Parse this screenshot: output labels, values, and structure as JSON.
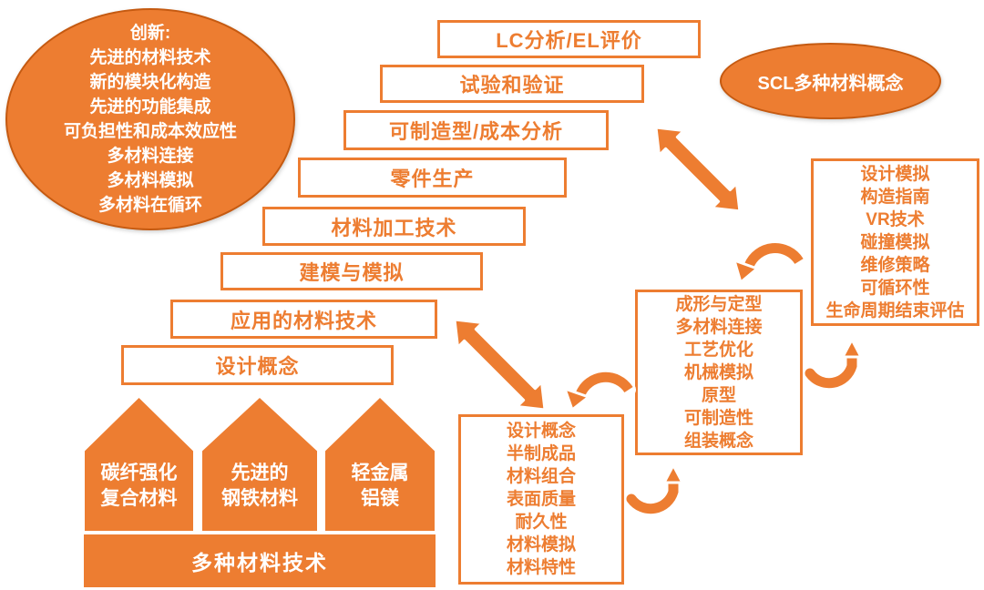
{
  "colors": {
    "accent": "#ED7D31",
    "accent_dark": "#C55A11"
  },
  "innovation": {
    "lines": [
      "创新:",
      "先进的材料技术",
      "新的模块化构造",
      "先进的功能集成",
      "可负担性和成本效应性",
      "多材料连接",
      "多材料模拟",
      "多材料在循环"
    ]
  },
  "scl": {
    "label": "SCL多种材料概念"
  },
  "staircase": {
    "labels": [
      "LC分析/EL评价",
      "试验和验证",
      "可制造型/成本分析",
      "零件生产",
      "材料加工技术",
      "建模与模拟",
      "应用的材料技术",
      "设计概念"
    ]
  },
  "right_panel": {
    "lines": [
      "设计模拟",
      "构造指南",
      "VR技术",
      "碰撞模拟",
      "维修策略",
      "可循环性",
      "生命周期结束评估"
    ]
  },
  "process_panel": {
    "lines": [
      "成形与定型",
      "多材料连接",
      "工艺优化",
      "机械模拟",
      "原型",
      "可制造性",
      "组装概念"
    ]
  },
  "concept_panel": {
    "lines": [
      "设计概念",
      "半制成品",
      "材料组合",
      "表面质量",
      "耐久性",
      "材料模拟",
      "材料特性"
    ]
  },
  "materials": {
    "houses": [
      {
        "lines": [
          "碳纤强化",
          "复合材料"
        ]
      },
      {
        "lines": [
          "先进的",
          "钢铁材料"
        ]
      },
      {
        "lines": [
          "轻金属",
          "铝镁"
        ]
      }
    ],
    "base_label": "多种材料技术"
  }
}
